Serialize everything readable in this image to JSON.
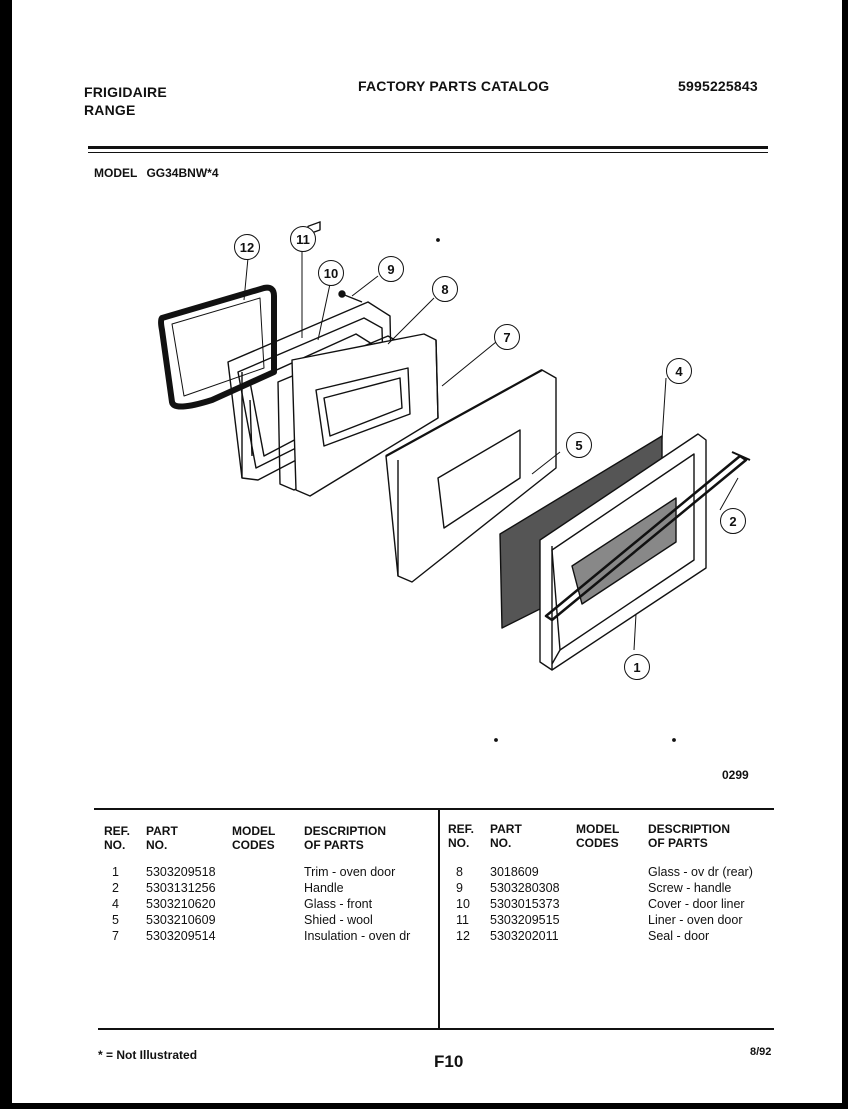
{
  "header": {
    "brand": "FRIGIDAIRE",
    "product": "RANGE",
    "catalog_title": "FACTORY PARTS CATALOG",
    "catalog_number": "5995225843"
  },
  "model": {
    "label": "MODEL",
    "value": "GG34BNW*4"
  },
  "diagram": {
    "callouts": [
      "12",
      "11",
      "10",
      "9",
      "8",
      "7",
      "5",
      "4",
      "2",
      "1"
    ],
    "code": "0299"
  },
  "table": {
    "headers": {
      "ref_no": [
        "REF.",
        "NO."
      ],
      "part_no": [
        "PART",
        "NO."
      ],
      "model_codes": [
        "MODEL",
        "CODES"
      ],
      "description": [
        "DESCRIPTION",
        "OF PARTS"
      ]
    },
    "left_rows": [
      {
        "ref": "1",
        "part": "5303209518",
        "codes": "",
        "desc": "Trim - oven door"
      },
      {
        "ref": "2",
        "part": "5303131256",
        "codes": "",
        "desc": "Handle"
      },
      {
        "ref": "4",
        "part": "5303210620",
        "codes": "",
        "desc": "Glass - front"
      },
      {
        "ref": "5",
        "part": "5303210609",
        "codes": "",
        "desc": "Shied - wool"
      },
      {
        "ref": "7",
        "part": "5303209514",
        "codes": "",
        "desc": "Insulation - oven dr"
      }
    ],
    "right_rows": [
      {
        "ref": "8",
        "part": "3018609",
        "codes": "",
        "desc": "Glass - ov dr (rear)"
      },
      {
        "ref": "9",
        "part": "5303280308",
        "codes": "",
        "desc": "Screw - handle"
      },
      {
        "ref": "10",
        "part": "5303015373",
        "codes": "",
        "desc": "Cover - door liner"
      },
      {
        "ref": "11",
        "part": "5303209515",
        "codes": "",
        "desc": "Liner - oven door"
      },
      {
        "ref": "12",
        "part": "5303202011",
        "codes": "",
        "desc": "Seal - door"
      }
    ]
  },
  "footer": {
    "note": "* = Not Illustrated",
    "page": "F10",
    "date": "8/92"
  }
}
